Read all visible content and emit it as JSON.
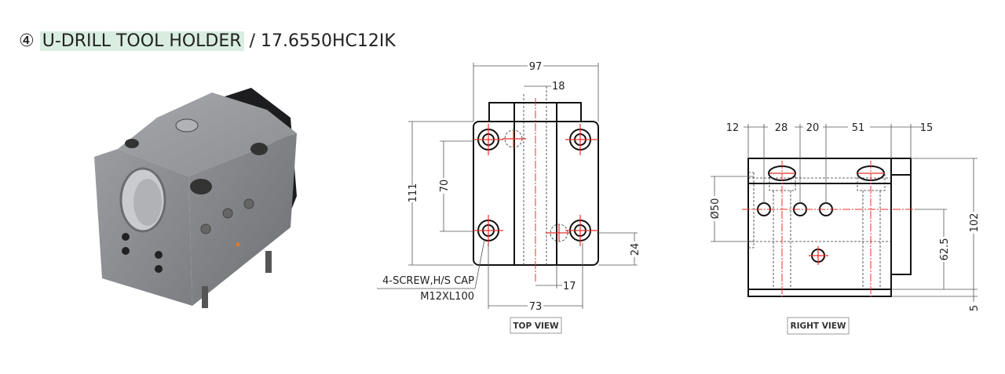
{
  "header": {
    "number_symbol": "④",
    "product_name": "U-DRILL TOOL HOLDER",
    "separator": "/",
    "part_number": "17.6550HC12IK"
  },
  "top_view": {
    "label": "TOP VIEW",
    "dims": {
      "width": "97",
      "slot": "18",
      "height": "111",
      "screw_pitch_v": "70",
      "offset_24": "24",
      "offset_17": "17",
      "screw_pitch_h": "73"
    },
    "note_line1": "4-SCREW,H/S CAP",
    "note_line2": "M12XL100"
  },
  "right_view": {
    "label": "RIGHT VIEW",
    "dims": {
      "d12": "12",
      "d28": "28",
      "d20": "20",
      "d51": "51",
      "d15": "15",
      "bore": "Ø50",
      "center_height": "62.5",
      "height": "102",
      "base": "5"
    }
  },
  "colors": {
    "title_highlight": "#d9ede1",
    "centerline": "#e8302a",
    "body_grey": "#8a8c90"
  }
}
